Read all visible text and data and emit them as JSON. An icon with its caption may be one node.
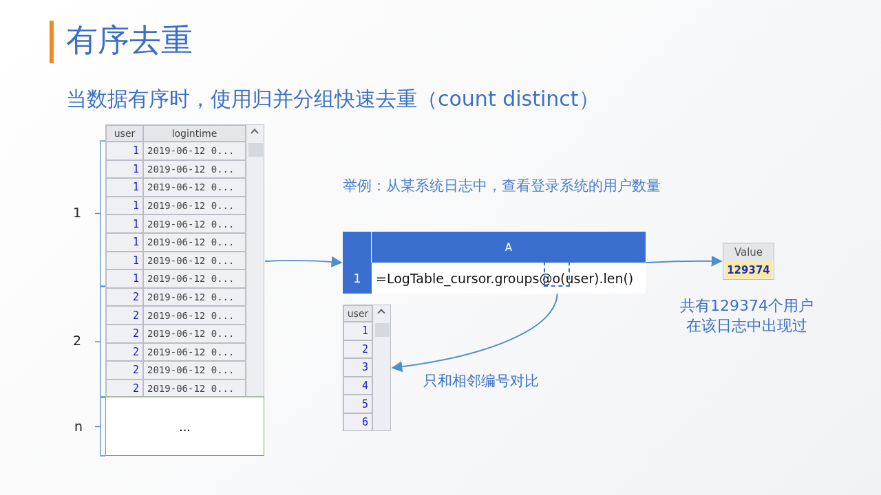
{
  "diagram": {
    "title": "有序去重",
    "nodes": [
      {
        "text": [
          "user",
          "logintime",
          "1",
          "2019-06-12 0...",
          "1",
          "2019-06-12 0...",
          "1",
          "2019-06-12 0...",
          "1",
          "2019-06-12 0...",
          "1",
          "2019-06-12 0...",
          "1",
          "2019-06-12 0...",
          "1",
          "2019-06-12 0...",
          "1",
          "2019-06-12 0...",
          "2",
          "2019-06-12 0...",
          "2",
          "2019-06-12 0...",
          "2",
          "2019-06-12 0...",
          "2",
          "2019-06-12 0...",
          "2",
          "2019-06-12 0...",
          "2",
          "2019-06-12 0..."
        ]
      },
      {
        "text": [
          "..."
        ]
      },
      {
        "text": [
          "A",
          "1",
          "=LogTable_cursor.groups@o(user).len()"
        ]
      },
      {
        "text": [
          "Value",
          "129374"
        ]
      },
      {
        "text": [
          "user",
          "1",
          "2",
          "3",
          "4",
          "5",
          "6"
        ]
      },
      {
        "text": [],
        "shape": "box",
        "in": 2
      }
    ],
    "edges": [
      {
        "from": 0,
        "to": 2,
        "arrow": "to"
      },
      {
        "from": 2,
        "to": 3,
        "arrow": "to"
      },
      {
        "from": 5,
        "to": 4,
        "arrow": "to",
        "label": "只和相邻编号对比"
      }
    ],
    "labels": [
      "当数据有序时，使用归并分组快速去重（count distinct）",
      "举例：从某系统日志中，查看登录系统的用户数量",
      "1",
      "2",
      "n",
      "共有129374个用户在该日志中出现过"
    ]
  }
}
